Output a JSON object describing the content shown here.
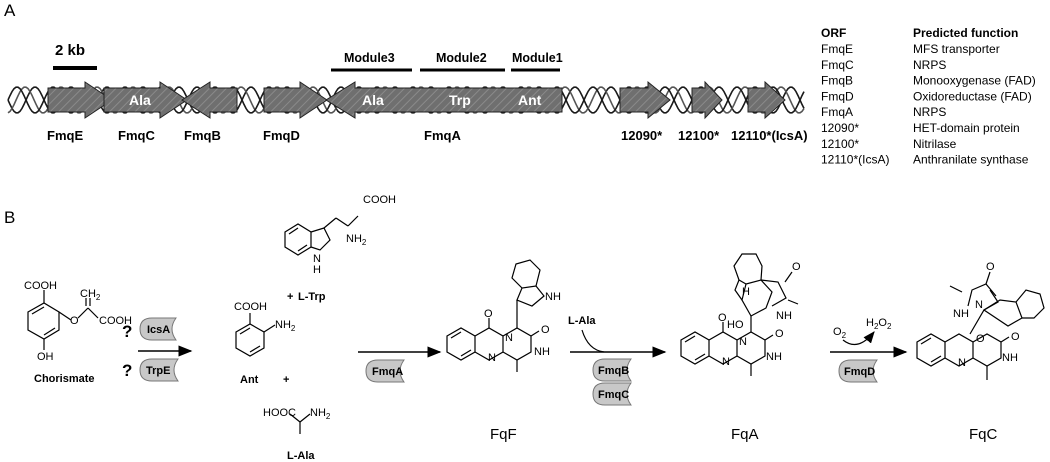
{
  "panel_a": {
    "letter": "A",
    "scale_bar": "2 kb",
    "modules": [
      "Module3",
      "Module2",
      "Module1"
    ],
    "gene_inner_labels": [
      "Ala",
      "Ala",
      "Trp",
      "Ant"
    ],
    "genes": [
      "FmqE",
      "FmqC",
      "FmqB",
      "FmqD",
      "FmqA",
      "12090*",
      "12100*",
      "12110*(IcsA)"
    ],
    "table": {
      "headers": [
        "ORF",
        "Predicted function"
      ],
      "rows": [
        [
          "FmqE",
          "MFS transporter"
        ],
        [
          "FmqC",
          "NRPS"
        ],
        [
          "FmqB",
          "Monooxygenase (FAD)"
        ],
        [
          "FmqD",
          "Oxidoreductase (FAD)"
        ],
        [
          "FmqA",
          "NRPS"
        ],
        [
          "12090*",
          "HET-domain protein"
        ],
        [
          "12100*",
          "Nitrilase"
        ],
        [
          "12110*(IcsA)",
          "Anthranilate synthase"
        ]
      ]
    }
  },
  "panel_b": {
    "letter": "B",
    "chorismate": {
      "name": "Chorismate",
      "cooh": "COOH",
      "ch2": "CH",
      "ch2_sub": "2",
      "o": "O",
      "cooh2": "COOH",
      "oh": "OH"
    },
    "questions": [
      "?",
      "?"
    ],
    "enzymes": [
      "IcsA",
      "TrpE",
      "FmqA",
      "FmqB",
      "FmqC",
      "FmqD"
    ],
    "trp": {
      "cooh": "COOH",
      "nh2": "NH",
      "nh2_sub": "2",
      "nh": "N",
      "h": "H",
      "plus": "+",
      "name": "L-Trp"
    },
    "ant": {
      "cooh": "COOH",
      "nh2": "NH",
      "nh2_sub": "2",
      "name": "Ant",
      "plus": "+"
    },
    "ala": {
      "hooc": "HOOC",
      "nh2": "NH",
      "nh2_sub": "2",
      "name": "L-Ala"
    },
    "ala_input": "L-Ala",
    "fqf": {
      "name": "FqF",
      "o": "O",
      "n1": "N",
      "n2": "N",
      "nh": "NH",
      "nh_indole": "NH"
    },
    "fqa": {
      "name": "FqA",
      "ho": "HO",
      "o": "O",
      "n": "N",
      "nh": "NH",
      "h": "H"
    },
    "fqc": {
      "name": "FqC",
      "o2_in": "O",
      "o2_in_sub": "2",
      "h2o2_h": "H",
      "h2o2_2a": "2",
      "h2o2_o": "O",
      "h2o2_2b": "2",
      "nh": "NH",
      "o": "O",
      "n": "N"
    }
  }
}
